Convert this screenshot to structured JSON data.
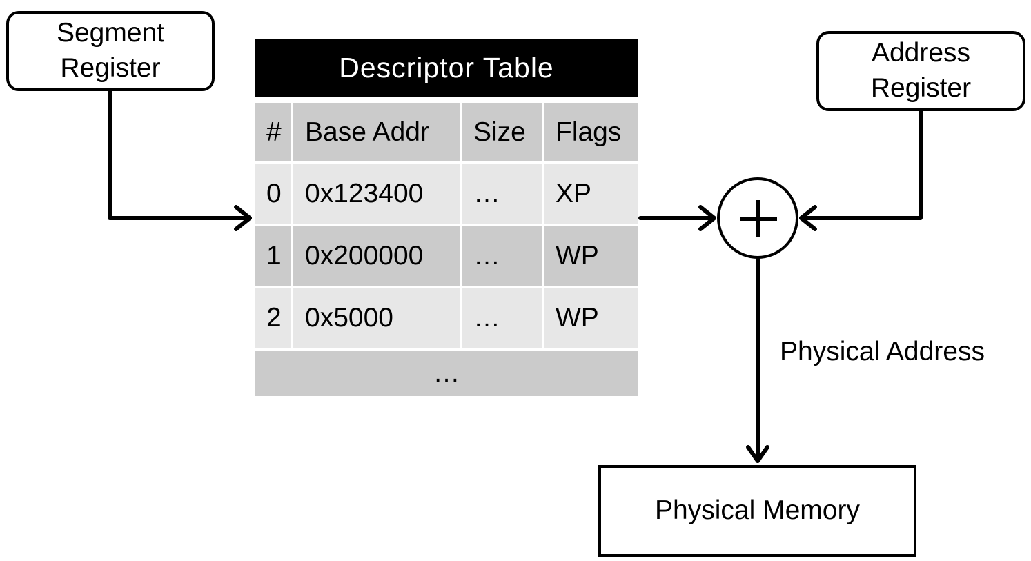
{
  "segment_register": {
    "line1": "Segment",
    "line2": "Register"
  },
  "address_register": {
    "line1": "Address",
    "line2": "Register"
  },
  "descriptor_table": {
    "title": "Descriptor Table",
    "headers": [
      "#",
      "Base Addr",
      "Size",
      "Flags"
    ],
    "rows": [
      [
        "0",
        "0x123400",
        "…",
        "XP"
      ],
      [
        "1",
        "0x200000",
        "…",
        "WP"
      ],
      [
        "2",
        "0x5000",
        "…",
        "WP"
      ]
    ],
    "ellipsis": "…"
  },
  "adder": {
    "symbol": "+"
  },
  "physical_address_label": "Physical Address",
  "physical_memory": "Physical Memory"
}
